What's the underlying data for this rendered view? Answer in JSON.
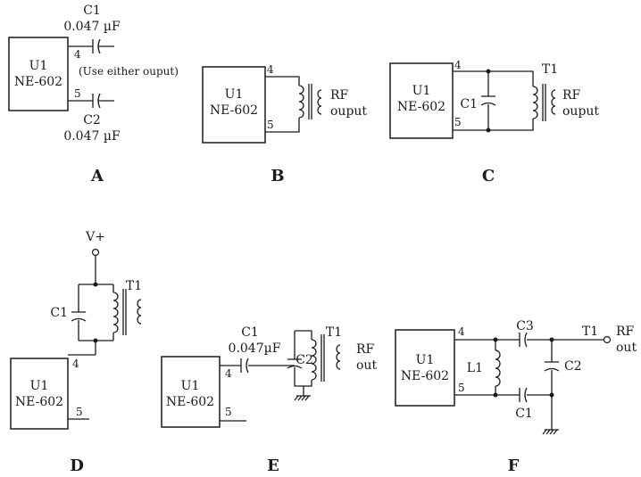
{
  "panels": {
    "A": {
      "label": "A",
      "chip_ref": "U1",
      "chip_part": "NE-602",
      "pin4": "4",
      "pin5": "5",
      "c1_ref": "C1",
      "c1_value": "0.047 µF",
      "c2_ref": "C2",
      "c2_value": "0.047 µF",
      "note": "(Use either ouput)"
    },
    "B": {
      "label": "B",
      "chip_ref": "U1",
      "chip_part": "NE-602",
      "pin4": "4",
      "pin5": "5",
      "out_line1": "RF",
      "out_line2": "ouput"
    },
    "C": {
      "label": "C",
      "chip_ref": "U1",
      "chip_part": "NE-602",
      "pin4": "4",
      "pin5": "5",
      "c1_ref": "C1",
      "t1_ref": "T1",
      "out_line1": "RF",
      "out_line2": "ouput"
    },
    "D": {
      "label": "D",
      "chip_ref": "U1",
      "chip_part": "NE-602",
      "pin4": "4",
      "pin5": "5",
      "supply": "V+",
      "c1_ref": "C1",
      "t1_ref": "T1"
    },
    "E": {
      "label": "E",
      "chip_ref": "U1",
      "chip_part": "NE-602",
      "pin4": "4",
      "pin5": "5",
      "c1_ref": "C1",
      "c1_value": "0.047µF",
      "c2_ref": "C2",
      "t1_ref": "T1",
      "out_line1": "RF",
      "out_line2": "out"
    },
    "F": {
      "label": "F",
      "chip_ref": "U1",
      "chip_part": "NE-602",
      "pin4": "4",
      "pin5": "5",
      "l1_ref": "L1",
      "c1_ref": "C1",
      "c2_ref": "C2",
      "c3_ref": "C3",
      "t1_ref": "T1",
      "out_line1": "RF",
      "out_line2": "out"
    }
  }
}
